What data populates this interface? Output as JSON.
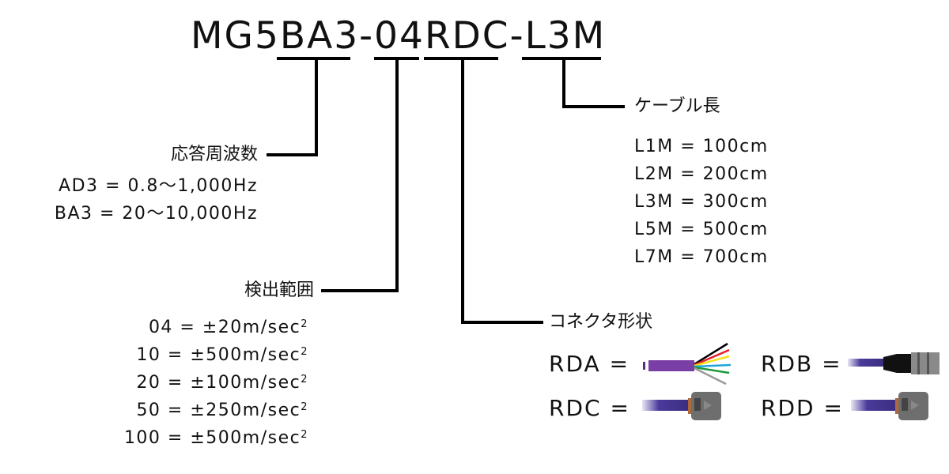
{
  "model_code": "MG5BA3-04RDC-L3M",
  "segments": {
    "frequency": {
      "heading": "応答周波数",
      "items": [
        "AD3 = 0.8～1,000Hz",
        "BA3 = 20～10,000Hz"
      ]
    },
    "range": {
      "heading": "検出範囲",
      "items": [
        {
          "text": "04 = ±20m/sec",
          "sup": "2"
        },
        {
          "text": "10 = ±500m/sec",
          "sup": "2"
        },
        {
          "text": "20 = ±100m/sec",
          "sup": "2"
        },
        {
          "text": "50 = ±250m/sec",
          "sup": "2"
        },
        {
          "text": "100 = ±500m/sec",
          "sup": "2"
        }
      ]
    },
    "connector": {
      "heading": "コネクタ形状",
      "items": [
        {
          "code": "RDA =",
          "icon": "flying-leads-cable-icon"
        },
        {
          "code": "RDB =",
          "icon": "round-connector-cable-icon"
        },
        {
          "code": "RDC =",
          "icon": "square-connector-cable-icon"
        },
        {
          "code": "RDD =",
          "icon": "square-connector-cable-icon"
        }
      ]
    },
    "cable": {
      "heading": "ケーブル長",
      "items": [
        "L1M = 100cm",
        "L2M = 200cm",
        "L3M = 300cm",
        "L5M = 500cm",
        "L7M = 700cm"
      ]
    }
  },
  "colors": {
    "line": "#000000",
    "cable": "#4b3a9a",
    "rda_cable": "#7a3fa6",
    "connector_gray": "#6e6e6e",
    "wires": [
      "#000000",
      "#e8202a",
      "#f2e21b",
      "#1fa4dc",
      "#1f9a3a",
      "#ffffff"
    ]
  }
}
